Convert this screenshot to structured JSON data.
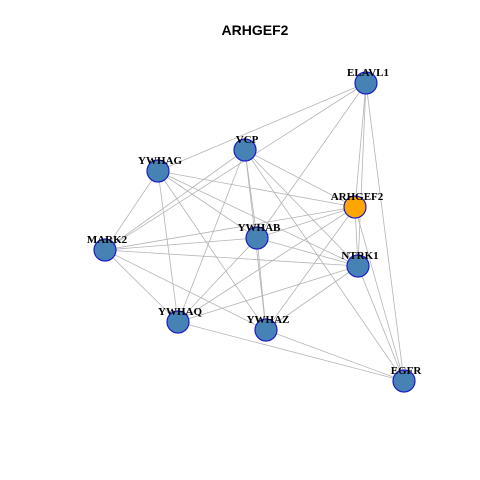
{
  "title": "ARHGEF2",
  "colors": {
    "node_fill": "#4682b4",
    "node_stroke": "#1c1cc8",
    "hub_fill": "#ffa500",
    "hub_stroke": "#1c1cc8",
    "edge": "#b4b4b4"
  },
  "nodes": [
    {
      "id": "ELAVL1",
      "label": "ELAVL1"
    },
    {
      "id": "VCP",
      "label": "VCP"
    },
    {
      "id": "YWHAG",
      "label": "YWHAG"
    },
    {
      "id": "ARHGEF2",
      "label": "ARHGEF2",
      "hub": true
    },
    {
      "id": "YWHAB",
      "label": "YWHAB"
    },
    {
      "id": "MARK2",
      "label": "MARK2"
    },
    {
      "id": "NTRK1",
      "label": "NTRK1"
    },
    {
      "id": "YWHAQ",
      "label": "YWHAQ"
    },
    {
      "id": "YWHAZ",
      "label": "YWHAZ"
    },
    {
      "id": "EGFR",
      "label": "EGFR"
    }
  ],
  "edges": [
    [
      "ELAVL1",
      "YWHAG"
    ],
    [
      "ELAVL1",
      "MARK2"
    ],
    [
      "ELAVL1",
      "YWHAB"
    ],
    [
      "ELAVL1",
      "ARHGEF2"
    ],
    [
      "ELAVL1",
      "NTRK1"
    ],
    [
      "ELAVL1",
      "EGFR"
    ],
    [
      "VCP",
      "MARK2"
    ],
    [
      "VCP",
      "ARHGEF2"
    ],
    [
      "VCP",
      "YWHAB"
    ],
    [
      "VCP",
      "NTRK1"
    ],
    [
      "VCP",
      "YWHAQ"
    ],
    [
      "VCP",
      "YWHAZ"
    ],
    [
      "VCP",
      "EGFR"
    ],
    [
      "YWHAG",
      "MARK2"
    ],
    [
      "YWHAG",
      "ARHGEF2"
    ],
    [
      "YWHAG",
      "YWHAB"
    ],
    [
      "YWHAG",
      "NTRK1"
    ],
    [
      "YWHAG",
      "YWHAQ"
    ],
    [
      "YWHAG",
      "YWHAZ"
    ],
    [
      "ARHGEF2",
      "MARK2"
    ],
    [
      "ARHGEF2",
      "YWHAB"
    ],
    [
      "ARHGEF2",
      "NTRK1"
    ],
    [
      "ARHGEF2",
      "YWHAQ"
    ],
    [
      "ARHGEF2",
      "YWHAZ"
    ],
    [
      "ARHGEF2",
      "EGFR"
    ],
    [
      "YWHAB",
      "MARK2"
    ],
    [
      "YWHAB",
      "NTRK1"
    ],
    [
      "YWHAB",
      "YWHAQ"
    ],
    [
      "YWHAB",
      "YWHAZ"
    ],
    [
      "MARK2",
      "NTRK1"
    ],
    [
      "MARK2",
      "YWHAQ"
    ],
    [
      "MARK2",
      "YWHAZ"
    ],
    [
      "NTRK1",
      "YWHAQ"
    ],
    [
      "NTRK1",
      "YWHAZ"
    ],
    [
      "NTRK1",
      "EGFR"
    ],
    [
      "YWHAQ",
      "EGFR"
    ],
    [
      "YWHAZ",
      "EGFR"
    ]
  ]
}
